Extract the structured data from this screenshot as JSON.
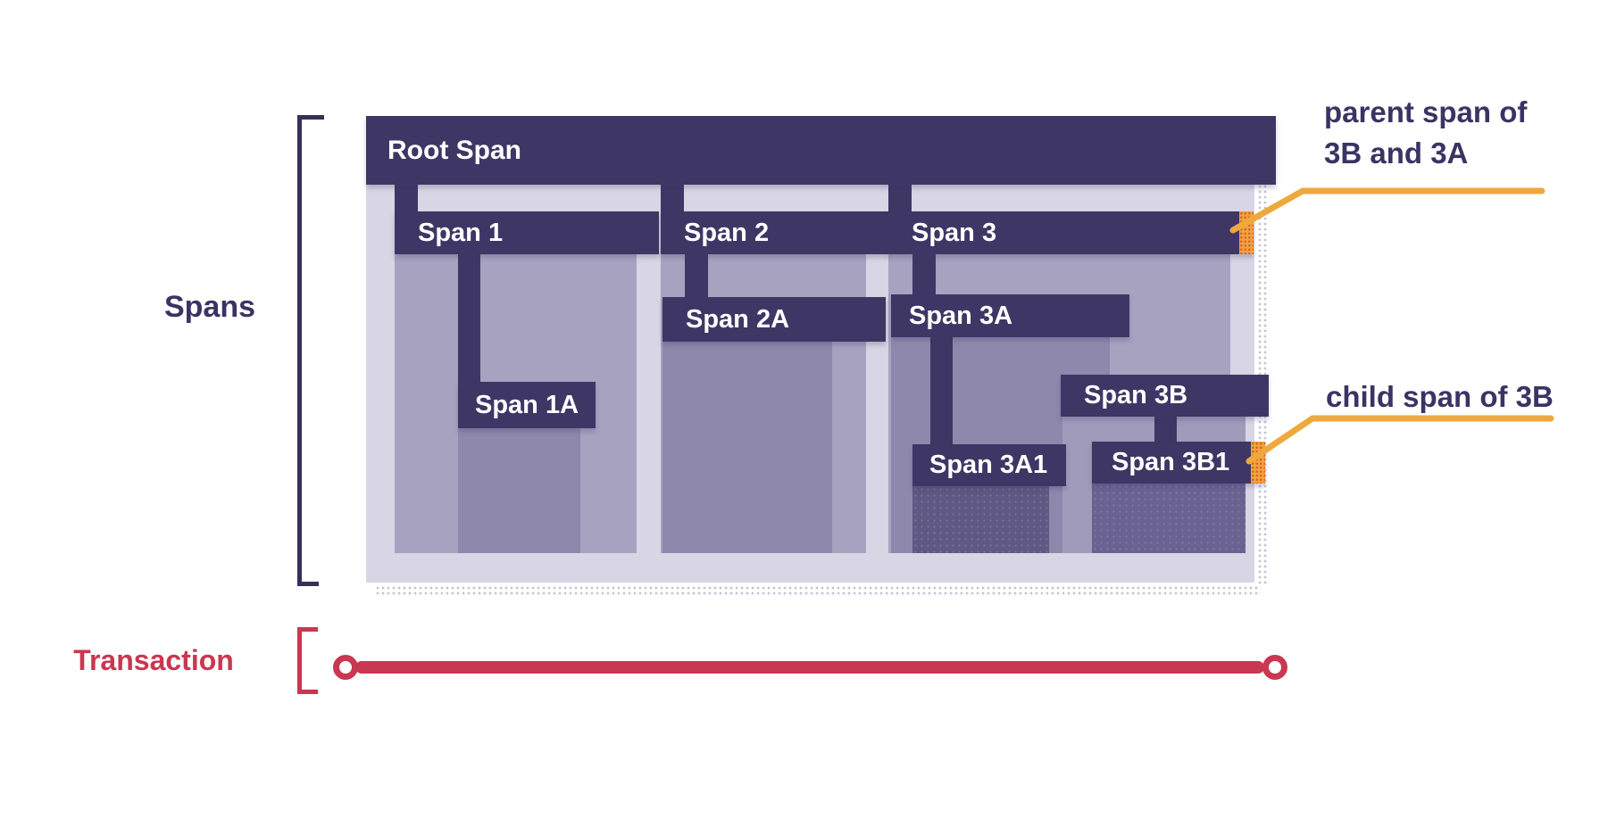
{
  "diagram": {
    "root_span_label": "Root Span",
    "spans": {
      "span1": "Span 1",
      "span1a": "Span 1A",
      "span2": "Span 2",
      "span2a": "Span 2A",
      "span3": "Span 3",
      "span3a": "Span 3A",
      "span3a1": "Span 3A1",
      "span3b": "Span 3B",
      "span3b1": "Span 3B1"
    },
    "side_labels": {
      "spans": "Spans",
      "transaction": "Transaction"
    },
    "annotations": {
      "parent": {
        "line1": "parent span of",
        "line2": "3B and 3A"
      },
      "child": {
        "text": "child span of 3B"
      }
    },
    "colors": {
      "bar_navy": "#3E3765",
      "container_lavender": "#D8D5E4",
      "body_level1": "#A7A2C0",
      "body_level2": "#8E88AC",
      "body_span3b": "#A09BBB",
      "body_span3a1": "#5F5884",
      "body_span3b1": "#6A6391",
      "highlight_orange": "#F2A23A",
      "annotation_yellow": "#EEA93C",
      "transaction_red": "#C93750",
      "text_navy": "#3A3464"
    }
  }
}
